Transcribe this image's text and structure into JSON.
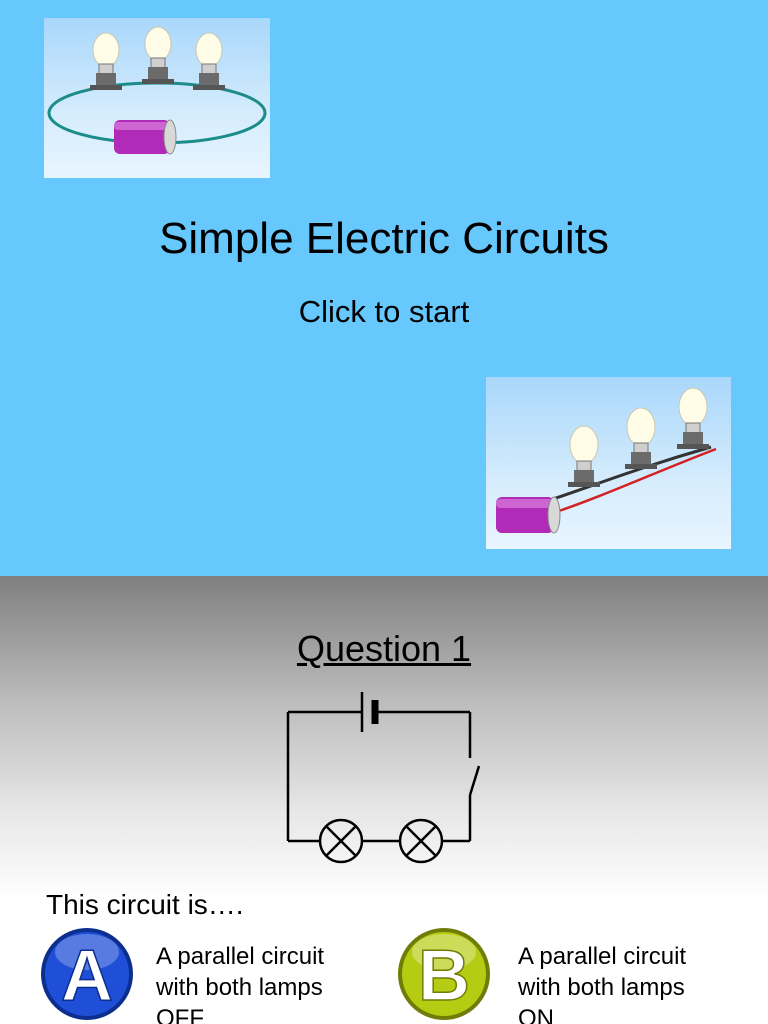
{
  "slide1": {
    "title": "Simple Electric Circuits",
    "start_label": "Click to start",
    "background_color": "#66c8fc",
    "images": [
      {
        "name": "series-circuit-illustration",
        "icon": "three-bulbs-on-ring-with-battery"
      },
      {
        "name": "parallel-circuit-illustration",
        "icon": "three-bulbs-on-parallel-wires-with-battery"
      }
    ]
  },
  "slide2": {
    "question_title": "Question 1",
    "prompt": "This circuit is….",
    "circuit_diagram": {
      "components": [
        "cell",
        "switch-open",
        "lamp",
        "lamp"
      ],
      "icon": "circuit-diagram"
    },
    "options": [
      {
        "letter": "A",
        "line1": "A parallel circuit",
        "line2": "with both lamps",
        "line3": "OFF",
        "color": "#1f4fd6"
      },
      {
        "letter": "B",
        "line1": "A parallel circuit",
        "line2": "with both lamps",
        "line3": "ON",
        "color": "#b6cc12"
      }
    ]
  }
}
